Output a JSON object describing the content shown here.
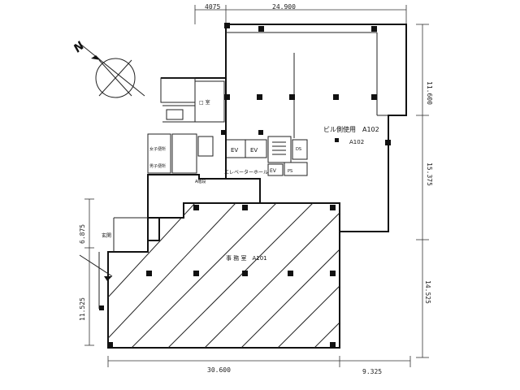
{
  "dimensions": {
    "top_left": "4075",
    "top_right": "24.900",
    "right_upper": "11.600",
    "right_middle": "15.375",
    "right_lower": "14.525",
    "left_upper": "6.875",
    "left_lower": "11.525",
    "bottom_left": "30.600",
    "bottom_right": "9.325"
  },
  "rooms": {
    "a102": "ビル側使用　A102",
    "a101": "事 務 室　A101",
    "elevator_hall": "エレベーターホール",
    "upper_room": "□ 室",
    "entrance": "玄関",
    "stair": "A階段",
    "ev1": "EV",
    "ev2": "EV",
    "ev3": "EV",
    "ps": "PS",
    "ds": "DS",
    "toilet_w": "女子便所",
    "toilet_m": "男子便所"
  },
  "compass": {
    "north": "N"
  }
}
